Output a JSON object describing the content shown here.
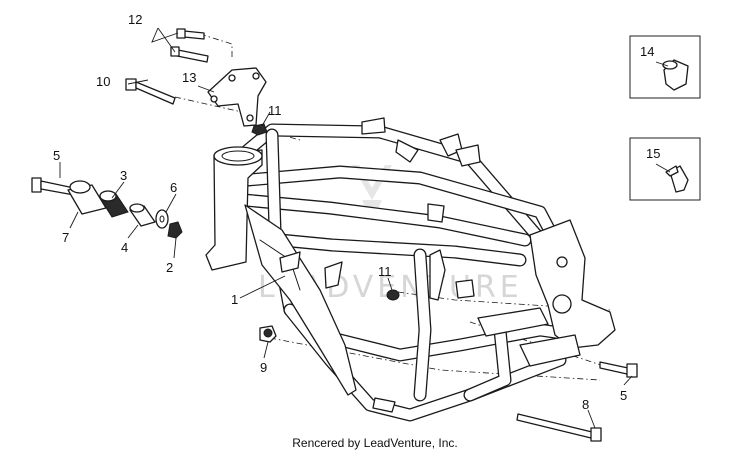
{
  "callouts": {
    "c1": "1",
    "c2": "2",
    "c3": "3",
    "c4": "4",
    "c5a": "5",
    "c5b": "5",
    "c6": "6",
    "c7": "7",
    "c8": "8",
    "c9": "9",
    "c10": "10",
    "c11a": "11",
    "c11b": "11",
    "c12": "12",
    "c13": "13",
    "c14": "14",
    "c15": "15"
  },
  "watermark": {
    "text": "LEADVENTURE"
  },
  "credit": "Rencered by LeadVenture, Inc.",
  "colors": {
    "line": "#1a1a1a",
    "background": "#ffffff",
    "watermark": "#d6d6d6"
  }
}
